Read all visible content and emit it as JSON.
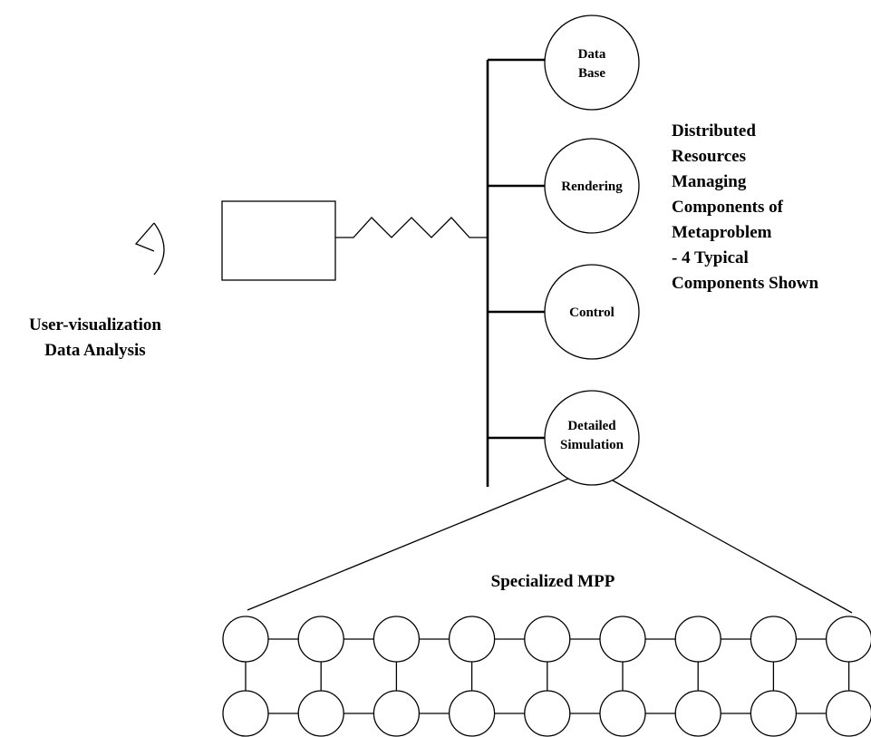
{
  "user_label": [
    "User-visualization",
    "Data Analysis"
  ],
  "components": [
    {
      "id": "database",
      "lines": [
        "Data",
        "Base"
      ]
    },
    {
      "id": "rendering",
      "lines": [
        "Rendering"
      ]
    },
    {
      "id": "control",
      "lines": [
        "Control"
      ]
    },
    {
      "id": "simulation",
      "lines": [
        "Detailed",
        "Simulation"
      ]
    }
  ],
  "description": [
    "Distributed",
    "Resources",
    "Managing",
    "Components of",
    "Metaproblem",
    "- 4 Typical",
    "Components Shown"
  ],
  "mpp_label": "Specialized MPP",
  "mpp_grid": {
    "rows": 2,
    "cols": 9
  }
}
